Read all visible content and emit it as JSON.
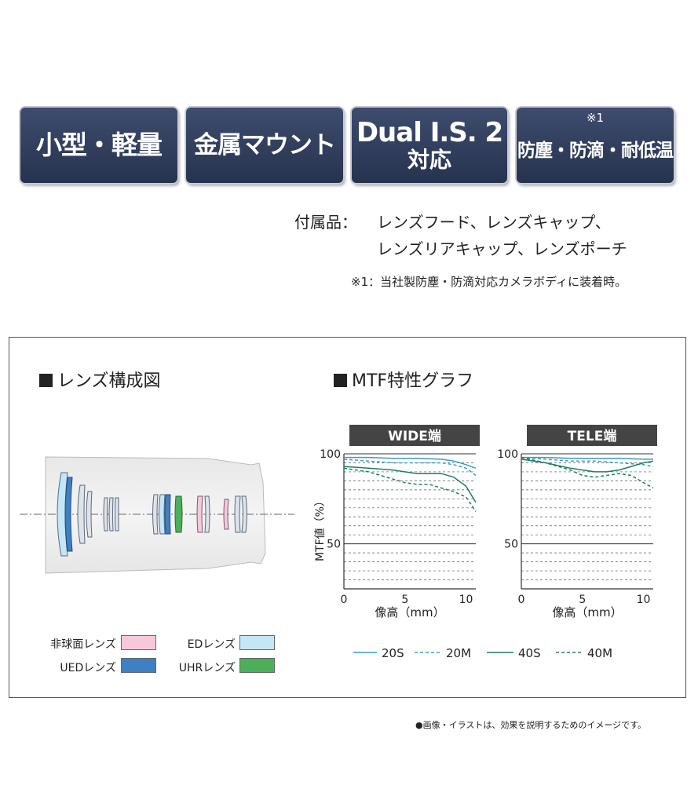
{
  "badges": [
    {
      "label": "小型・軽量"
    },
    {
      "label": "金属マウント"
    },
    {
      "label": "Dual I.S. 2",
      "sub": "対応"
    },
    {
      "label": "防塵・防滴・耐低温",
      "note": "※1"
    }
  ],
  "accessories": {
    "label": "付属品：",
    "line1": "レンズフード、レンズキャップ、",
    "line2": "レンズリアキャップ、レンズポーチ"
  },
  "footnote": "※1：当社製防塵・防滴対応カメラボディに装着時。",
  "lens_section": {
    "title": "レンズ構成図",
    "legend": [
      {
        "label": "非球面レンズ",
        "color": "#f7c8dc"
      },
      {
        "label": "EDレンズ",
        "color": "#c4e6f7"
      },
      {
        "label": "UEDレンズ",
        "color": "#3f7fc3"
      },
      {
        "label": "UHRレンズ",
        "color": "#4cb05a"
      }
    ]
  },
  "mtf_section": {
    "title": "MTF特性グラフ",
    "ylabel": "MTF値（%）",
    "xlabel": "像高（mm）",
    "charts": [
      {
        "title": "WIDE端"
      },
      {
        "title": "TELE端"
      }
    ],
    "legend": [
      "20S",
      "20M",
      "40S",
      "40M"
    ]
  },
  "chart_data": [
    {
      "type": "line",
      "title": "WIDE端",
      "xlabel": "像高（mm）",
      "ylabel": "MTF値（%）",
      "xlim": [
        0,
        10.8
      ],
      "ylim": [
        25,
        100
      ],
      "xticks": [
        0,
        5,
        10
      ],
      "yticks": [
        50,
        100
      ],
      "grid": true,
      "series": [
        {
          "name": "20S",
          "color": "#3a9cc8",
          "dash": false,
          "x": [
            0,
            2,
            4,
            6,
            8,
            9,
            10,
            10.8
          ],
          "y": [
            98,
            98,
            97.5,
            97.5,
            97,
            96,
            94,
            92
          ]
        },
        {
          "name": "20M",
          "color": "#3a9cc8",
          "dash": true,
          "x": [
            0,
            2,
            4,
            6,
            8,
            9,
            10,
            10.8
          ],
          "y": [
            97,
            96,
            95,
            95,
            95,
            94,
            92,
            88
          ]
        },
        {
          "name": "40S",
          "color": "#1e7e5e",
          "dash": false,
          "x": [
            0,
            2,
            4,
            6,
            7,
            8,
            9,
            10,
            10.8
          ],
          "y": [
            93,
            92,
            91,
            89,
            89,
            89,
            87,
            82,
            73
          ]
        },
        {
          "name": "40M",
          "color": "#1e7e5e",
          "dash": true,
          "x": [
            0,
            2,
            4,
            5,
            6,
            7,
            8,
            9,
            10,
            10.8
          ],
          "y": [
            92,
            90,
            86,
            84,
            83,
            83,
            81,
            79,
            76,
            68
          ]
        }
      ]
    },
    {
      "type": "line",
      "title": "TELE端",
      "xlabel": "像高（mm）",
      "ylabel": "MTF値（%）",
      "xlim": [
        0,
        10.8
      ],
      "ylim": [
        25,
        100
      ],
      "xticks": [
        0,
        5,
        10
      ],
      "yticks": [
        50,
        100
      ],
      "grid": true,
      "series": [
        {
          "name": "20S",
          "color": "#3a9cc8",
          "dash": false,
          "x": [
            0,
            2,
            4,
            6,
            8,
            10,
            10.8
          ],
          "y": [
            98,
            98,
            97.5,
            97.5,
            97.5,
            97,
            97
          ]
        },
        {
          "name": "20M",
          "color": "#3a9cc8",
          "dash": true,
          "x": [
            0,
            2,
            4,
            6,
            8,
            10,
            10.8
          ],
          "y": [
            98,
            97,
            96,
            96,
            95,
            94,
            93
          ]
        },
        {
          "name": "40S",
          "color": "#1e7e5e",
          "dash": false,
          "x": [
            0,
            2,
            4,
            5,
            6,
            7,
            8,
            9,
            10,
            10.8
          ],
          "y": [
            97,
            95,
            92,
            91,
            90,
            90,
            91,
            93,
            95,
            96
          ]
        },
        {
          "name": "40M",
          "color": "#1e7e5e",
          "dash": true,
          "x": [
            0,
            2,
            4,
            5,
            6,
            7,
            8,
            9,
            10,
            10.8
          ],
          "y": [
            98,
            95,
            91,
            88,
            87,
            88,
            89,
            88,
            84,
            81
          ]
        }
      ]
    }
  ],
  "bottom_note": "●画像・イラストは、効果を説明するためのイメージです。"
}
